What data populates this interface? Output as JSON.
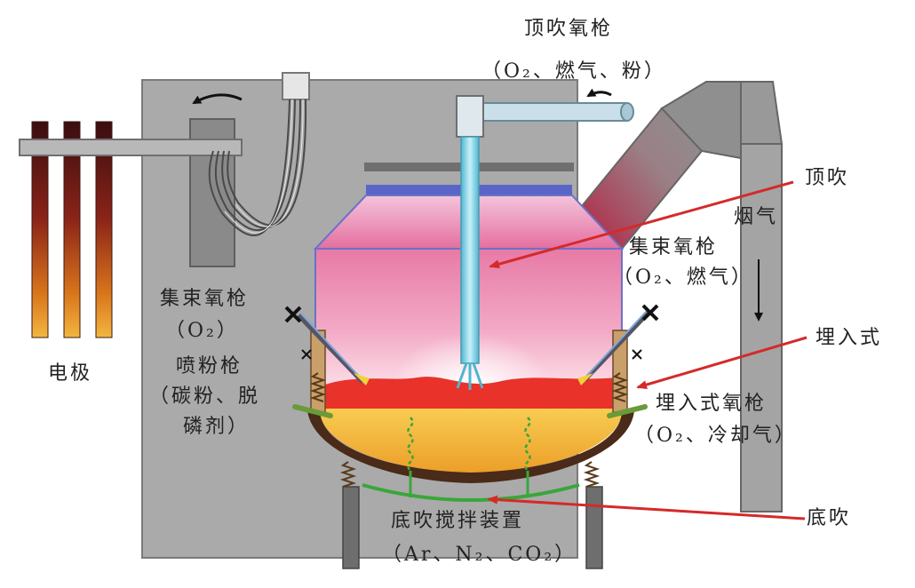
{
  "labels": {
    "top_lance": "顶吹氧枪",
    "top_lance_gas": "（O₂、燃气、粉）",
    "top_blow": "顶吹",
    "flue_gas": "烟气",
    "cluster_lance_right": "集束氧枪",
    "cluster_lance_right_gas": "（O₂、燃气）",
    "buried": "埋入式",
    "buried_lance": "埋入式氧枪",
    "buried_lance_gas": "（O₂、冷却气）",
    "bottom_blow": "底吹",
    "bottom_stir": "底吹搅拌装置",
    "bottom_stir_gas": "（Ar、N₂、CO₂）",
    "electrode": "电极",
    "cluster_lance_left": "集束氧枪",
    "cluster_lance_left_gas": "（O₂）",
    "powder_gun": "喷粉枪",
    "powder_gun_gas_1": "（碳粉、脱",
    "powder_gun_gas_2": "磷剂）"
  },
  "colors": {
    "panel": "#a9a9a9",
    "arrow_red": "#d42a2a",
    "melt_gold": "#f3b63e",
    "slag_red": "#e8322a",
    "lance_blue": "#7fd3e6"
  }
}
